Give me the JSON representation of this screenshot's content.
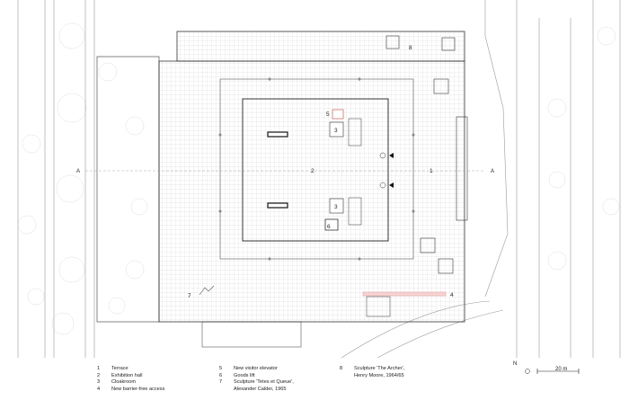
{
  "plan": {
    "room_numbers": [
      "1",
      "2",
      "3",
      "3",
      "4",
      "5",
      "6",
      "7",
      "8"
    ],
    "section_marker": "A"
  },
  "legend": {
    "col1": [
      {
        "n": "1",
        "t": "Terrace"
      },
      {
        "n": "2",
        "t": "Exhibition hall"
      },
      {
        "n": "3",
        "t": "Cloakroom"
      },
      {
        "n": "4",
        "t": "New barrier-free access"
      }
    ],
    "col2": [
      {
        "n": "5",
        "t": "New visitor elevator"
      },
      {
        "n": "6",
        "t": "Goods lift"
      },
      {
        "n": "7",
        "t": "Sculpture 'Tetes et Queue',"
      },
      {
        "n": "",
        "t": "Alexander Calder, 1965"
      }
    ],
    "col3": [
      {
        "n": "8",
        "t": "Sculpture 'The Archer',"
      },
      {
        "n": "",
        "t": "Henry Moore, 1964/65"
      }
    ]
  },
  "north_label": "N",
  "scale_label": "20 m",
  "colors": {
    "line": "#333333",
    "grid": "#bdbdbd",
    "accent": "#e8a0a0"
  }
}
